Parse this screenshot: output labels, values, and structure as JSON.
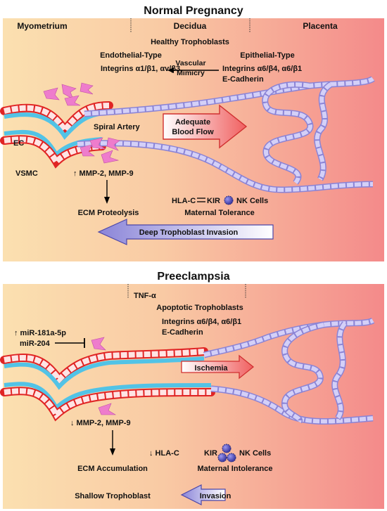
{
  "top": {
    "title": "Normal Pregnancy",
    "regions": [
      "Myometrium",
      "Decidua",
      "Placenta"
    ],
    "healthy": "Healthy Trophoblasts",
    "endothelial_type": "Endothelial-Type",
    "epithelial_type": "Epithelial-Type",
    "integrins_left": "Integrins α1/β1, αv/β3",
    "vascular": "Vascular",
    "mimicry": "Mimicry",
    "integrins_right": "Integrins α6/β4, α6/β1",
    "ecadherin": "E-Cadherin",
    "adequate_line1": "Adequate",
    "adequate_line2": "Blood Flow",
    "spiral_artery": "Spiral Artery",
    "ec": "EC",
    "vsmc": "VSMC",
    "mmp": "↑ MMP-2, MMP-9",
    "ecm_proteolysis": "ECM  Proteolysis",
    "hla_c": "HLA-C",
    "kir": "KIR",
    "nk_cells": "NK Cells",
    "maternal_tolerance": "Maternal Tolerance",
    "deep_invasion": "Deep Trophoblast Invasion"
  },
  "bottom": {
    "title": "Preeclampsia",
    "tnf": "TNF-α",
    "apoptotic": "Apoptotic Trophoblasts",
    "integrins": "Integrins α6/β4, α6/β1",
    "ecadherin": "E-Cadherin",
    "mir181": "↑ miR-181a-5p",
    "mir204": "miR-204",
    "ischemia": "Ischemia",
    "mmp": "↓ MMP-2, MMP-9",
    "hla_c": "↓ HLA-C",
    "kir": "KIR",
    "nk_cells": "NK Cells",
    "ecm_accumulation": "ECM Accumulation",
    "maternal_intolerance": "Maternal Intolerance",
    "shallow": "Shallow Trophoblast",
    "invasion": "Invasion"
  },
  "colors": {
    "panel_left": "#fbe0b0",
    "panel_right": "#f48a8a",
    "vessel_red": "#e02424",
    "vessel_blue": "#52c3e6",
    "trophoblast": "#b8b2ee",
    "pink_arrow": "#ee7ccc",
    "invasion_arrow": "#8a84d8"
  }
}
